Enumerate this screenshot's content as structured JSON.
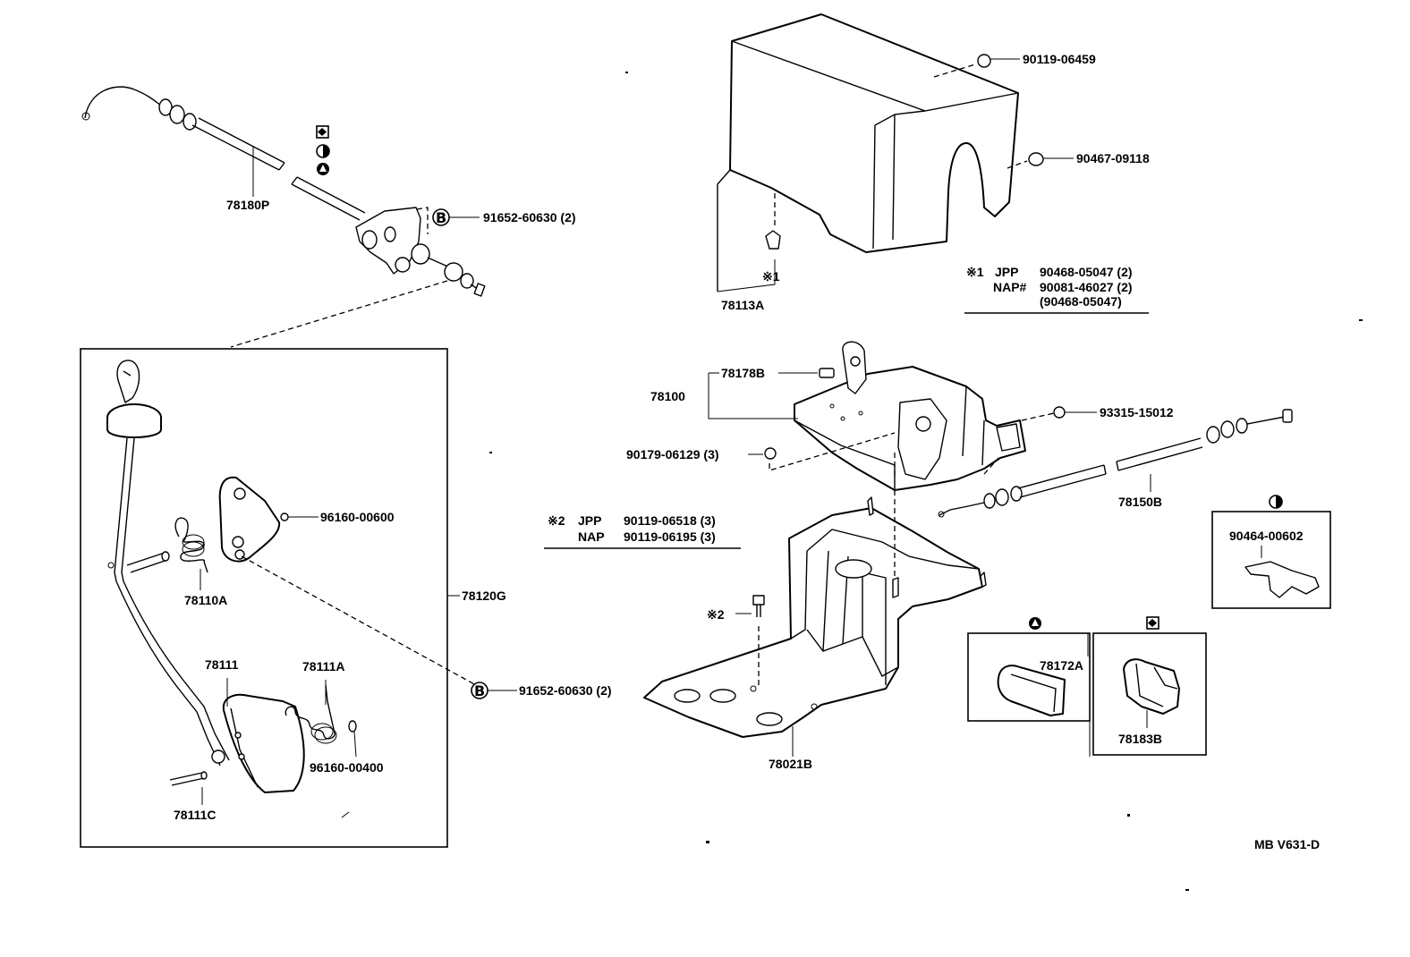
{
  "parts": {
    "p78180P": "78180P",
    "p91652_top": "91652-60630 (2)",
    "p96160_600": "96160-00600",
    "p78110A": "78110A",
    "p78120G": "78120G",
    "p91652_mid": "91652-60630 (2)",
    "p78111": "78111",
    "p78111A": "78111A",
    "p96160_400": "96160-00400",
    "p78111C": "78111C",
    "p90119_06459": "90119-06459",
    "p90467": "90467-09118",
    "p78113A": "78113A",
    "p78178B": "78178B",
    "p78100": "78100",
    "p93315": "93315-15012",
    "p90179": "90179-06129 (3)",
    "p78150B": "78150B",
    "p90464": "90464-00602",
    "p78172A": "78172A",
    "p78183B": "78183B",
    "p78021B": "78021B"
  },
  "notes": {
    "n1_mark": "※1",
    "n1_jpp_label": "JPP",
    "n1_jpp_value": "90468-05047 (2)",
    "n1_nap_label": "NAP#",
    "n1_nap_value": "90081-46027 (2)",
    "n1_nap_alt": "(90468-05047)",
    "n1_callout": "※1",
    "n2_mark": "※2",
    "n2_jpp_label": "JPP",
    "n2_jpp_value": "90119-06518 (3)",
    "n2_nap_label": "NAP",
    "n2_nap_value": "90119-06195 (3)",
    "n2_callout": "※2"
  },
  "symbols": {
    "b_marker": "B"
  },
  "figure_code": "MB V631-D"
}
